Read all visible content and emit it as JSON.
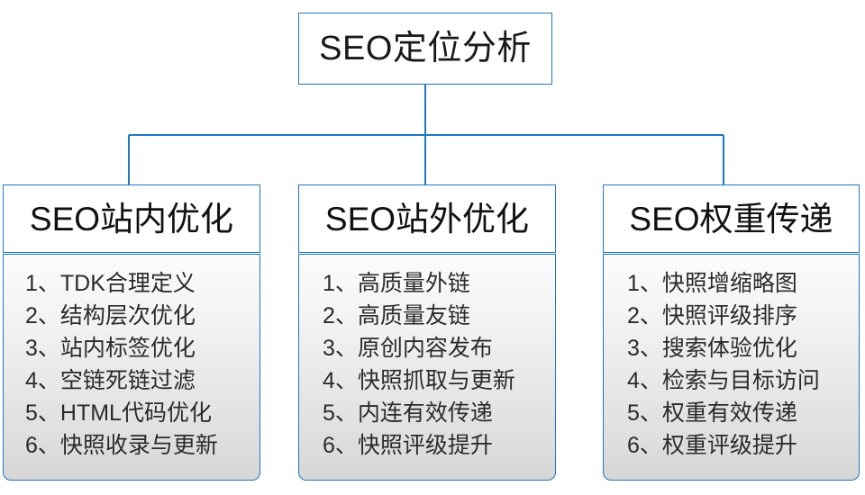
{
  "diagram": {
    "type": "org-tree",
    "root": {
      "label": "SEO定位分析"
    },
    "accent_color": "#1f78c1",
    "text_color": "#1a1a1a",
    "body_fill_top": "#fcfcfc",
    "body_fill_bottom": "#d6d6d6",
    "branches": [
      {
        "header": "SEO站内优化",
        "items": [
          "1、TDK合理定义",
          "2、结构层次优化",
          "3、站内标签优化",
          "4、空链死链过滤",
          "5、HTML代码优化",
          "6、快照收录与更新"
        ]
      },
      {
        "header": "SEO站外优化",
        "items": [
          "1、高质量外链",
          "2、高质量友链",
          "3、原创内容发布",
          "4、快照抓取与更新",
          "5、内连有效传递",
          "6、快照评级提升"
        ]
      },
      {
        "header": "SEO权重传递",
        "items": [
          "1、快照增缩略图",
          "2、快照评级排序",
          "3、搜索体验优化",
          "4、检索与目标访问",
          "5、权重有效传递",
          "6、权重评级提升"
        ]
      }
    ]
  }
}
